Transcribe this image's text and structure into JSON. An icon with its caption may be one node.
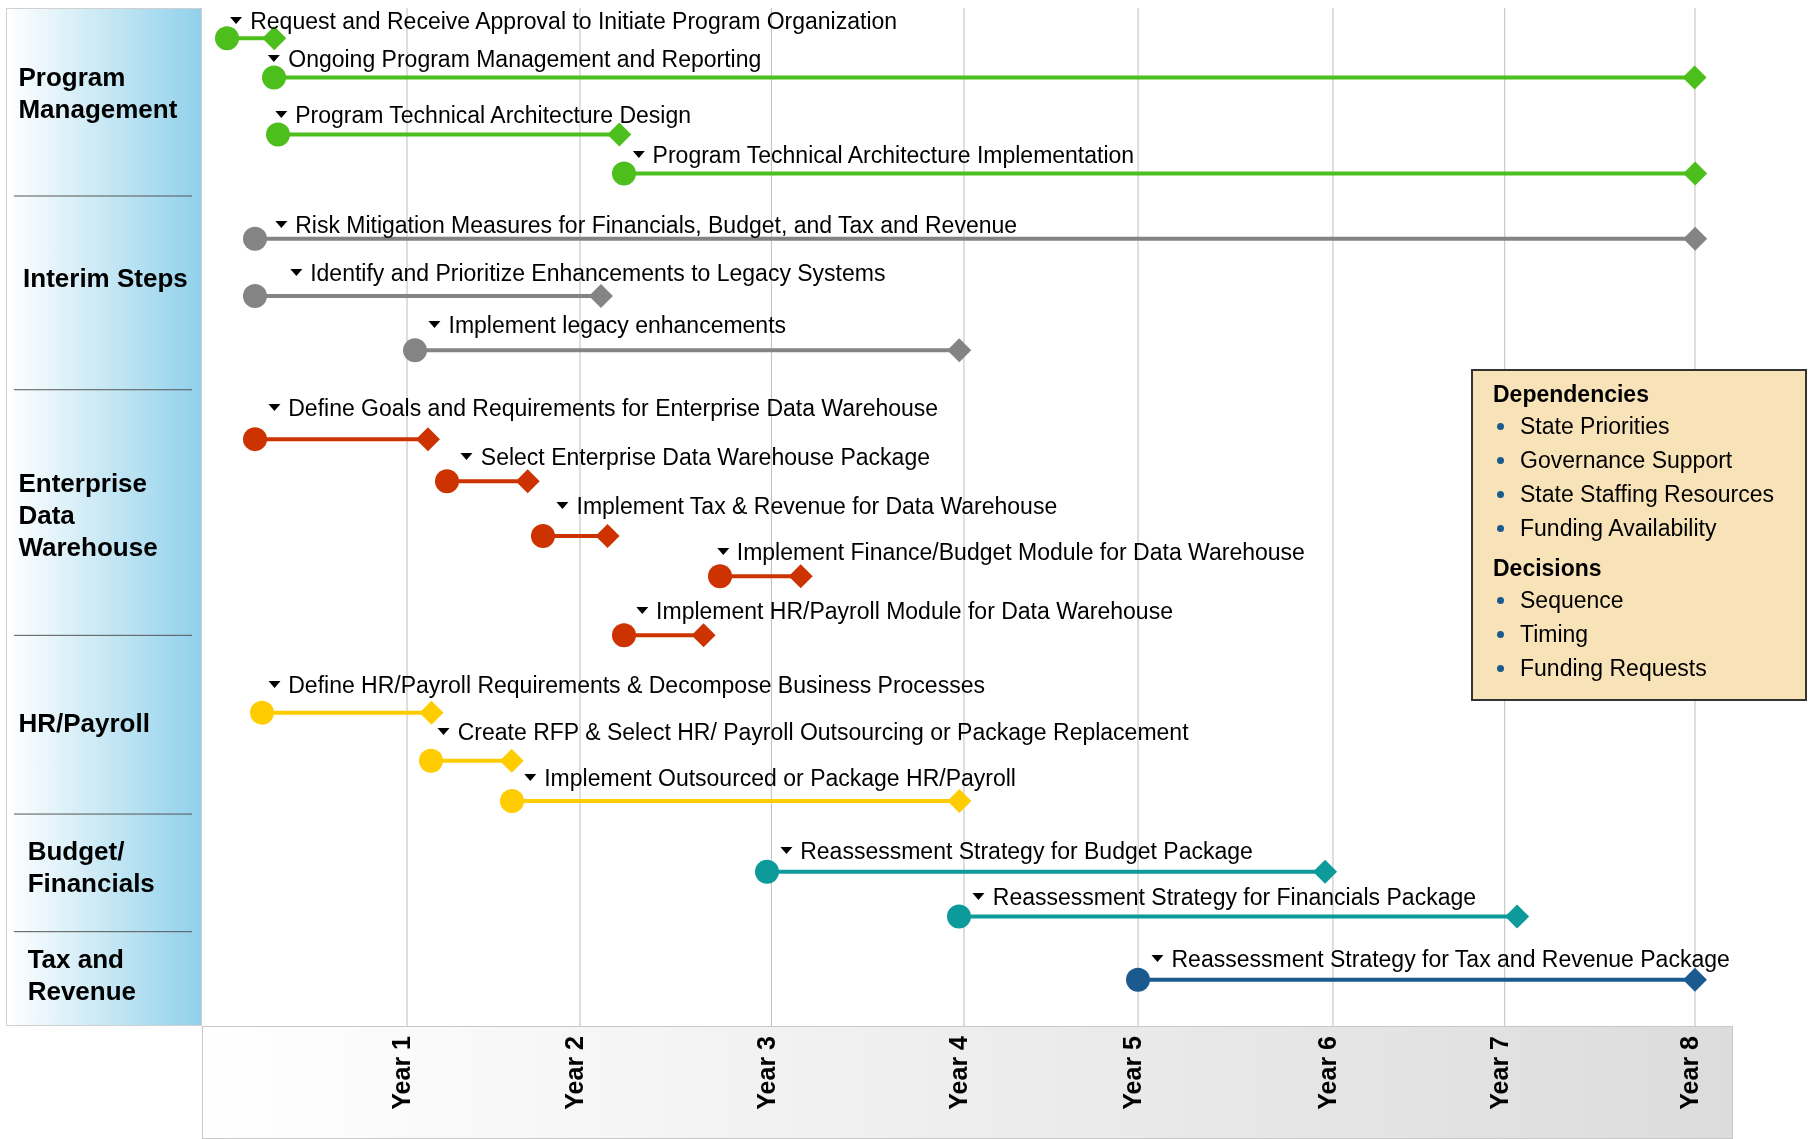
{
  "diagram": {
    "nodes": [
      {
        "text": [
          "Program Management"
        ]
      },
      {
        "text": [
          "Interim Steps"
        ]
      },
      {
        "text": [
          "Enterprise Data Warehouse"
        ]
      },
      {
        "text": [
          "HR/Payroll"
        ]
      },
      {
        "text": [
          "Budget/ Financials"
        ]
      },
      {
        "text": [
          "Tax and Revenue"
        ]
      },
      {
        "text": [
          "Request and Receive Approval to Initiate Program Organization"
        ]
      },
      {
        "text": [
          "Ongoing Program Management and Reporting"
        ]
      },
      {
        "text": [
          "Program Technical Architecture Design"
        ]
      },
      {
        "text": [
          "Program Technical Architecture Implementation"
        ]
      },
      {
        "text": [
          "Risk Mitigation Measures for Financials, Budget, and Tax and Revenue"
        ]
      },
      {
        "text": [
          "Identify and Prioritize Enhancements to Legacy Systems"
        ]
      },
      {
        "text": [
          "Implement legacy enhancements"
        ]
      },
      {
        "text": [
          "Define Goals and Requirements for Enterprise Data Warehouse"
        ]
      },
      {
        "text": [
          "Select Enterprise Data Warehouse Package"
        ]
      },
      {
        "text": [
          "Implement Tax & Revenue for Data Warehouse"
        ]
      },
      {
        "text": [
          "Implement Finance/Budget Module for Data Warehouse"
        ]
      },
      {
        "text": [
          "Implement HR/Payroll Module for Data Warehouse"
        ]
      },
      {
        "text": [
          "Define HR/Payroll Requirements & Decompose Business Processes"
        ]
      },
      {
        "text": [
          "Create RFP & Select HR/ Payroll Outsourcing or Package Replacement"
        ]
      },
      {
        "text": [
          "Implement Outsourced or Package HR/Payroll"
        ]
      },
      {
        "text": [
          "Reassessment Strategy for Budget Package"
        ]
      },
      {
        "text": [
          "Reassessment Strategy for Financials Package"
        ]
      },
      {
        "text": [
          "Reassessment Strategy for Tax and Revenue Package"
        ]
      },
      {
        "text": [
          "Dependencies",
          "State Priorities",
          "Governance Support",
          "State Staffing Resources",
          "Funding Availability",
          "Decisions",
          "Sequence",
          "Timing",
          "Funding Requests"
        ]
      }
    ],
    "labels": [
      "Year 1",
      "Year 2",
      "Year 3",
      "Year 4",
      "Year 5",
      "Year 6",
      "Year 7",
      "Year 8"
    ]
  }
}
